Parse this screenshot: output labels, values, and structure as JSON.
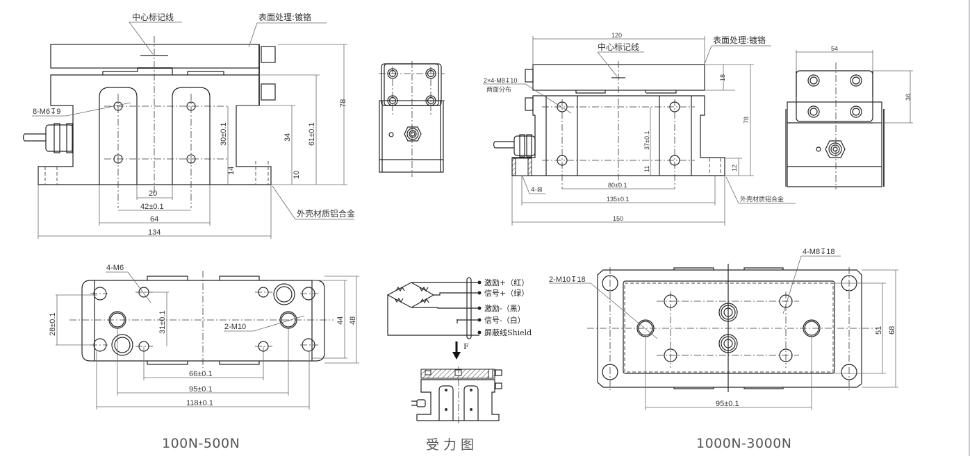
{
  "captions": {
    "left": "100N-500N",
    "middle": "受力图",
    "right": "1000N-3000N"
  },
  "model_100_500": {
    "front_view": {
      "center_mark_label": "中心标记线",
      "surface_label": "表面处理:镀铬",
      "housing_label": "外壳材质铝合金",
      "thread_label": "8-M6↧9",
      "dims": {
        "d20": "20",
        "d42": "42±0.1",
        "d64": "64",
        "d134": "134",
        "d30": "30±0.1",
        "d14": "14",
        "d34": "34",
        "d10": "10",
        "d61": "61±0.1",
        "d78": "78"
      }
    },
    "top_view": {
      "holes_label": "4-M6",
      "m10_label": "2-M10",
      "dims": {
        "d28": "28±0.1",
        "d31": "31±0.1",
        "d44": "44",
        "d48": "48",
        "d66": "66±0.1",
        "d95": "95±0.1",
        "d118": "118±0.1"
      }
    }
  },
  "model_1000_3000": {
    "front_view": {
      "center_mark_label": "中心标记线",
      "surface_label": "表面处理:镀铬",
      "housing_label": "外壳材质铝合金",
      "thread_label": "2×4-M8↧10",
      "thread_sub_label": "两面分布",
      "foot_label": "4-⊠",
      "dims": {
        "d120": "120",
        "d18": "18",
        "d78": "78",
        "d37": "37±0.1",
        "d11": "11",
        "d12": "12",
        "d80": "80±0.1",
        "d135": "135±0.1",
        "d150": "150"
      }
    },
    "side_view": {
      "dims": {
        "d54": "54",
        "d36": "36"
      }
    },
    "top_view": {
      "m10_label": "2-M10↧18",
      "m8_label": "4-M8↧18",
      "dims": {
        "d51": "51",
        "d68": "68",
        "d95": "95±0.1"
      }
    }
  },
  "wiring": {
    "wires": [
      {
        "label": "激励+（红）",
        "color_name": "red"
      },
      {
        "label": "信号+（绿）",
        "color_name": "green"
      },
      {
        "label": "激励-（黑）",
        "color_name": "black"
      },
      {
        "label": "信号-（白）",
        "color_name": "white"
      },
      {
        "label": "屏蔽线Shield",
        "color_name": "shield"
      }
    ],
    "force_label": "F"
  }
}
